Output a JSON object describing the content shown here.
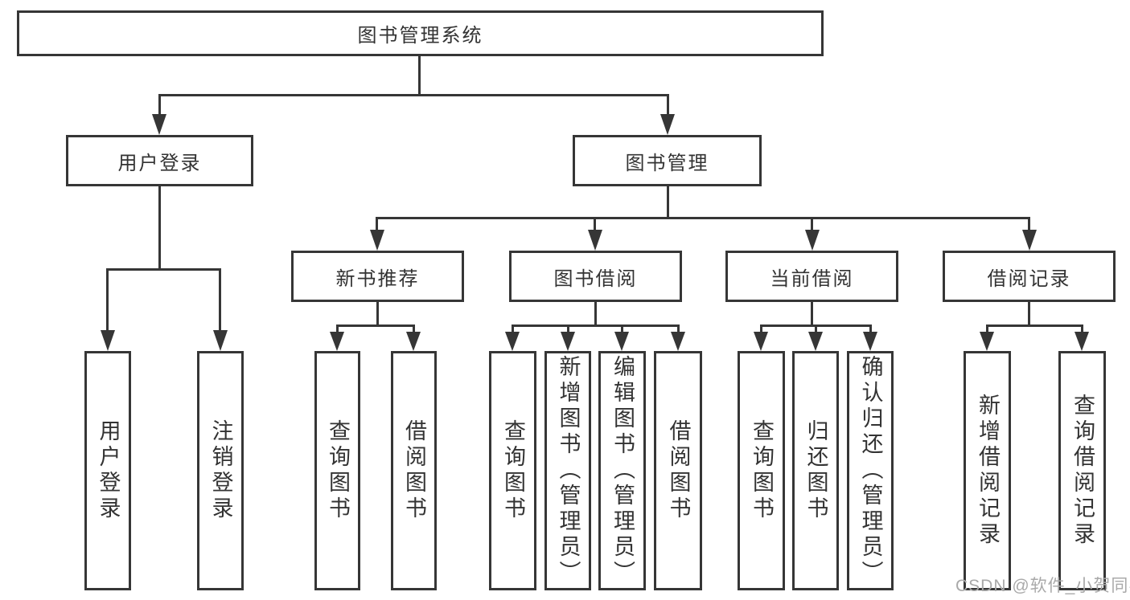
{
  "page": {
    "background": "#ffffff",
    "line_color": "#363636",
    "text_color": "#333333",
    "watermark_color": "#a9a9a9"
  },
  "tree": {
    "root": {
      "label": "图书管理系统"
    },
    "branches": [
      {
        "label": "用户登录",
        "children": [
          {
            "label": "用户登录"
          },
          {
            "label": "注销登录"
          }
        ]
      },
      {
        "label": "图书管理",
        "children": [
          {
            "label": "新书推荐",
            "children": [
              {
                "label": "查询图书"
              },
              {
                "label": "借阅图书"
              }
            ]
          },
          {
            "label": "图书借阅",
            "children": [
              {
                "label": "查询图书"
              },
              {
                "label": "新增图书（管理员）"
              },
              {
                "label": "编辑图书（管理员）"
              },
              {
                "label": "借阅图书"
              }
            ]
          },
          {
            "label": "当前借阅",
            "children": [
              {
                "label": "查询图书"
              },
              {
                "label": "归还图书"
              },
              {
                "label": "确认归还（管理员）"
              }
            ]
          },
          {
            "label": "借阅记录",
            "children": [
              {
                "label": "新增借阅记录"
              },
              {
                "label": "查询借阅记录"
              }
            ]
          }
        ]
      }
    ]
  },
  "watermark": {
    "text": "CSDN @软件_小贺同学"
  }
}
